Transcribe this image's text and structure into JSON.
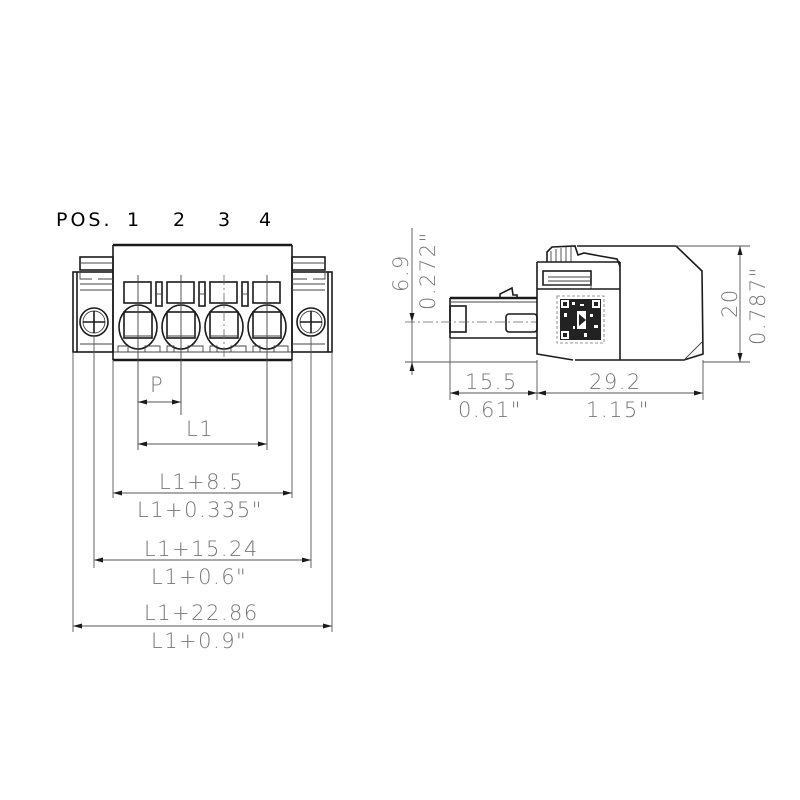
{
  "front_view": {
    "pos_label": "POS.",
    "positions": [
      "1",
      "2",
      "3",
      "4"
    ],
    "dimensions": {
      "pitch": "P",
      "l1": "L1",
      "l1_plus_8_5_mm": "L1+8.5",
      "l1_plus_8_5_in": "L1+0.335\"",
      "l1_plus_15_24_mm": "L1+15.24",
      "l1_plus_15_24_in": "L1+0.6\"",
      "l1_plus_22_86_mm": "L1+22.86",
      "l1_plus_22_86_in": "L1+0.9\""
    }
  },
  "side_view": {
    "dimensions": {
      "height_offset_mm": "6.9",
      "height_offset_in": "0.272\"",
      "total_height_mm": "20",
      "total_height_in": "0.787\"",
      "pin_length_mm": "15.5",
      "pin_length_in": "0.61\"",
      "body_length_mm": "29.2",
      "body_length_in": "1.15\""
    },
    "qr_code": "qr-code-play-icon"
  },
  "colors": {
    "line": "#1a1a1a",
    "dimension_text": "#777777",
    "background": "#ffffff"
  }
}
